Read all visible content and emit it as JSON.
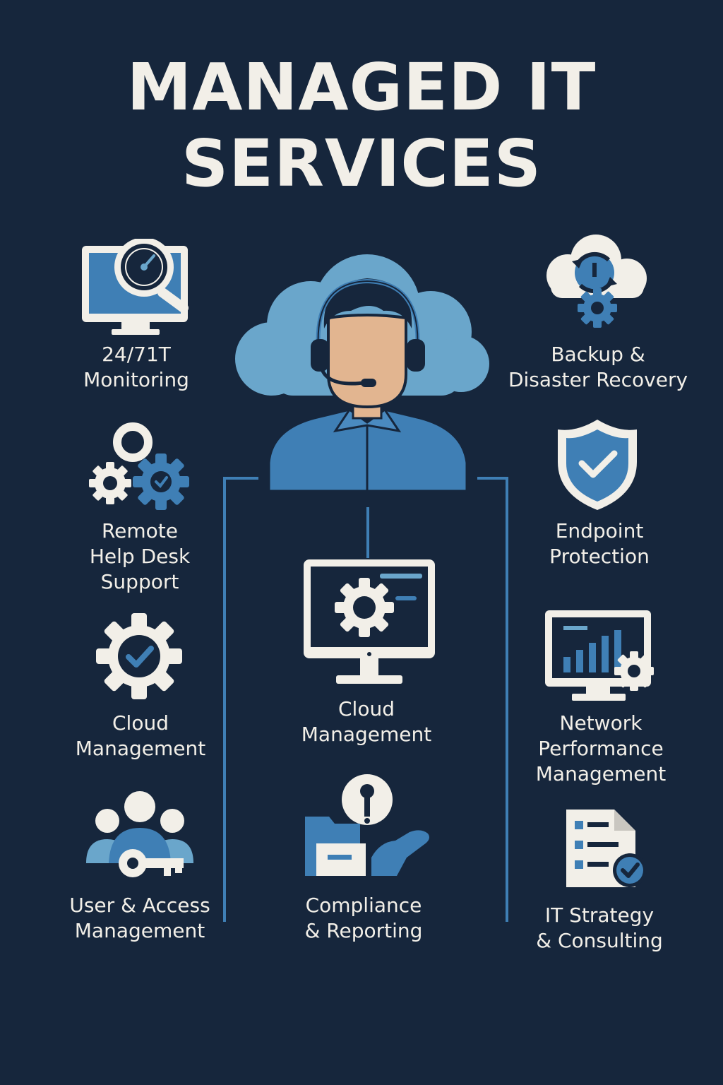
{
  "title": {
    "line1": "MANAGED IT",
    "line2": "SERVICES"
  },
  "services": [
    {
      "id": "monitoring",
      "lines": [
        "24/71T",
        "Monitoring"
      ],
      "icon": "laptop-magnifier-gauge-icon"
    },
    {
      "id": "helpdesk",
      "lines": [
        "Remote",
        "Help Desk",
        "Support"
      ],
      "icon": "gears-icon"
    },
    {
      "id": "cloud-left",
      "lines": [
        "Cloud",
        "Management"
      ],
      "icon": "gear-check-icon"
    },
    {
      "id": "access",
      "lines": [
        "User & Access",
        "Management"
      ],
      "icon": "users-key-icon"
    },
    {
      "id": "cloud-center",
      "lines": [
        "Cloud",
        "Management"
      ],
      "icon": "monitor-gear-icon"
    },
    {
      "id": "compliance",
      "lines": [
        "Compliance",
        "& Reporting"
      ],
      "icon": "folder-hand-icon"
    },
    {
      "id": "backup",
      "lines": [
        "Backup &",
        "Disaster Recovery"
      ],
      "icon": "cloud-sync-gear-icon"
    },
    {
      "id": "endpoint",
      "lines": [
        "Endpoint",
        "Protection"
      ],
      "icon": "shield-check-icon"
    },
    {
      "id": "network",
      "lines": [
        "Network",
        "Performance",
        "Management"
      ],
      "icon": "monitor-chart-gear-icon"
    },
    {
      "id": "strategy",
      "lines": [
        "IT Strategy",
        "& Consulting"
      ],
      "icon": "checklist-document-icon"
    }
  ],
  "colors": {
    "background": "#16263c",
    "text": "#f2efe8",
    "accent": "#3f7fb5",
    "cloud": "#6aa6cb",
    "skin": "#e2b590"
  }
}
